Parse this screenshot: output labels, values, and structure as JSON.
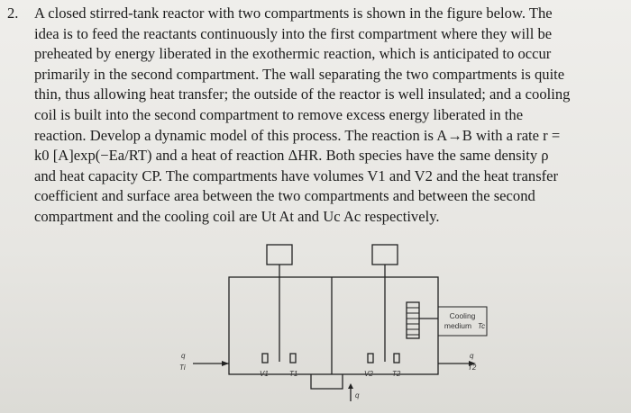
{
  "problem": {
    "number": "2.",
    "lines": [
      "A closed stirred-tank reactor with two compartments is shown in the figure below. The",
      "idea is to feed the reactants continuously into the first compartment where they will be",
      "preheated by energy liberated in the exothermic reaction, which is anticipated to occur",
      "primarily in the second compartment. The wall separating the two compartments is quite",
      "thin, thus allowing heat transfer; the outside of the reactor is well insulated; and a cooling",
      "coil is built into the second compartment to remove excess energy liberated in the",
      "reaction. Develop a dynamic model of this process. The reaction is A→B with a rate r =",
      "k0 [A]exp(−Ea/RT) and a heat of reaction ΔHR. Both species have the same density ρ",
      "and heat capacity CP. The compartments have volumes V1 and V2 and the heat transfer",
      "coefficient and surface area between the two compartments and between the second",
      "compartment and the cooling coil are Ut At and Uc Ac respectively."
    ]
  },
  "diagram": {
    "coolant_label_1": "Cooling",
    "coolant_label_2": "medium",
    "coolant_symbol": "Tc",
    "inlet_flow": "q",
    "inlet_temp": "Ti",
    "outlet_flow": "q",
    "outlet_temp": "T2",
    "bottom_flow": "q",
    "v1": "V1",
    "t1": "T1",
    "v2": "V2",
    "t2": "T2"
  }
}
